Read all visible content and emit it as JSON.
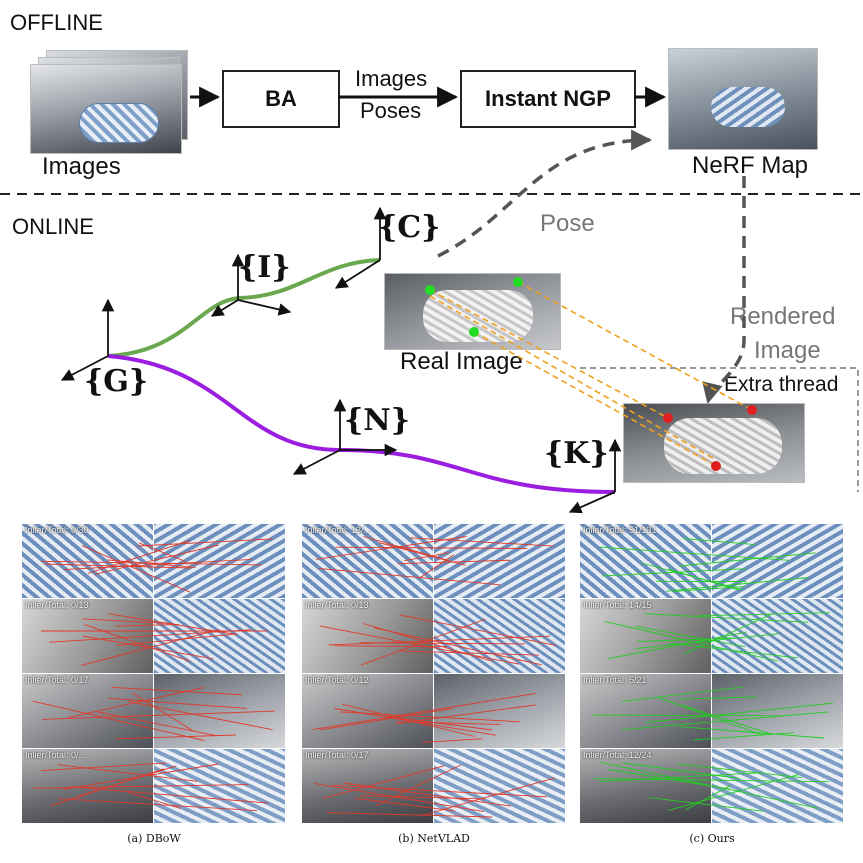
{
  "offline": {
    "section_label": "OFFLINE",
    "images_label": "Images",
    "ba_label": "BA",
    "edge_label_images": "Images",
    "edge_label_poses": "Poses",
    "ngp_label": "Instant NGP",
    "nerf_label": "NeRF Map"
  },
  "online": {
    "section_label": "ONLINE",
    "pose_label": "Pose",
    "rendered_label_1": "Rendered",
    "rendered_label_2": "Image",
    "real_image_label": "Real Image",
    "extra_thread_label": "Extra thread",
    "frames": {
      "G": "{G}",
      "I": "{I}",
      "C": "{C}",
      "N": "{N}",
      "K": "{K}"
    }
  },
  "colors": {
    "trajectory_green": "#6aa84f",
    "trajectory_purple": "#9b1de0",
    "match_line": "#f0a020",
    "keypoint_green": "#22dd22",
    "keypoint_red": "#e02020",
    "dashed_arrow": "#555555"
  },
  "comparison": {
    "panels": [
      {
        "caption": "(a) DBoW",
        "inliers": [
          "Inlier/Total: 0/30",
          "Inlier/Total: 0/13",
          "Inlier/Total: 0/17",
          "Inlier/Total: 0/..."
        ],
        "line_color": "#e03a2a"
      },
      {
        "caption": "(b) NetVLAD",
        "inliers": [
          "Inlier/Total: 13/...",
          "Inlier/Total: 0/13",
          "Inlier/Total: 0/12",
          "Inlier/Total: 0/17"
        ],
        "line_color": "#e03a2a"
      },
      {
        "caption": "(c) Ours",
        "inliers": [
          "Inlier/Total: 51/131",
          "Inlier/Total: 14/15",
          "Inlier/Total: 5/21",
          "Inlier/Total: 12/24"
        ],
        "line_color": "#22cc22"
      }
    ]
  }
}
